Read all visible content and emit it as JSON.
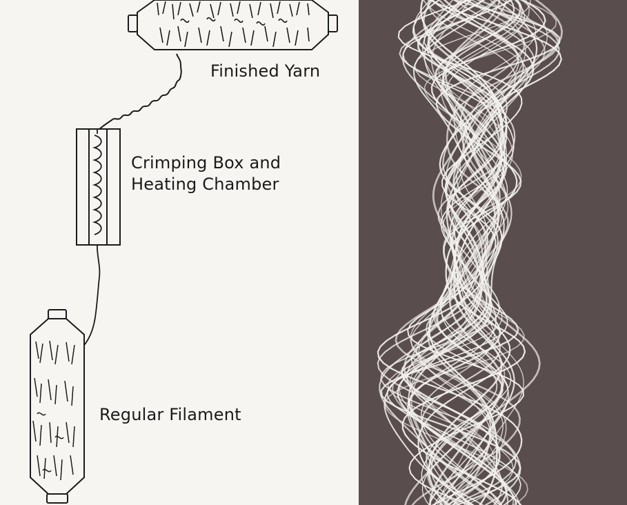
{
  "labels": {
    "finished_yarn": "Finished Yarn",
    "crimping_box_line1": "Crimping Box and",
    "crimping_box_line2": "Heating Chamber",
    "regular_filament": "Regular Filament"
  },
  "colors": {
    "paper": "#f7f5f1",
    "ink": "#1a1a1a",
    "photo_background": "#5a4d4e",
    "filament": "#f1f0ec"
  }
}
